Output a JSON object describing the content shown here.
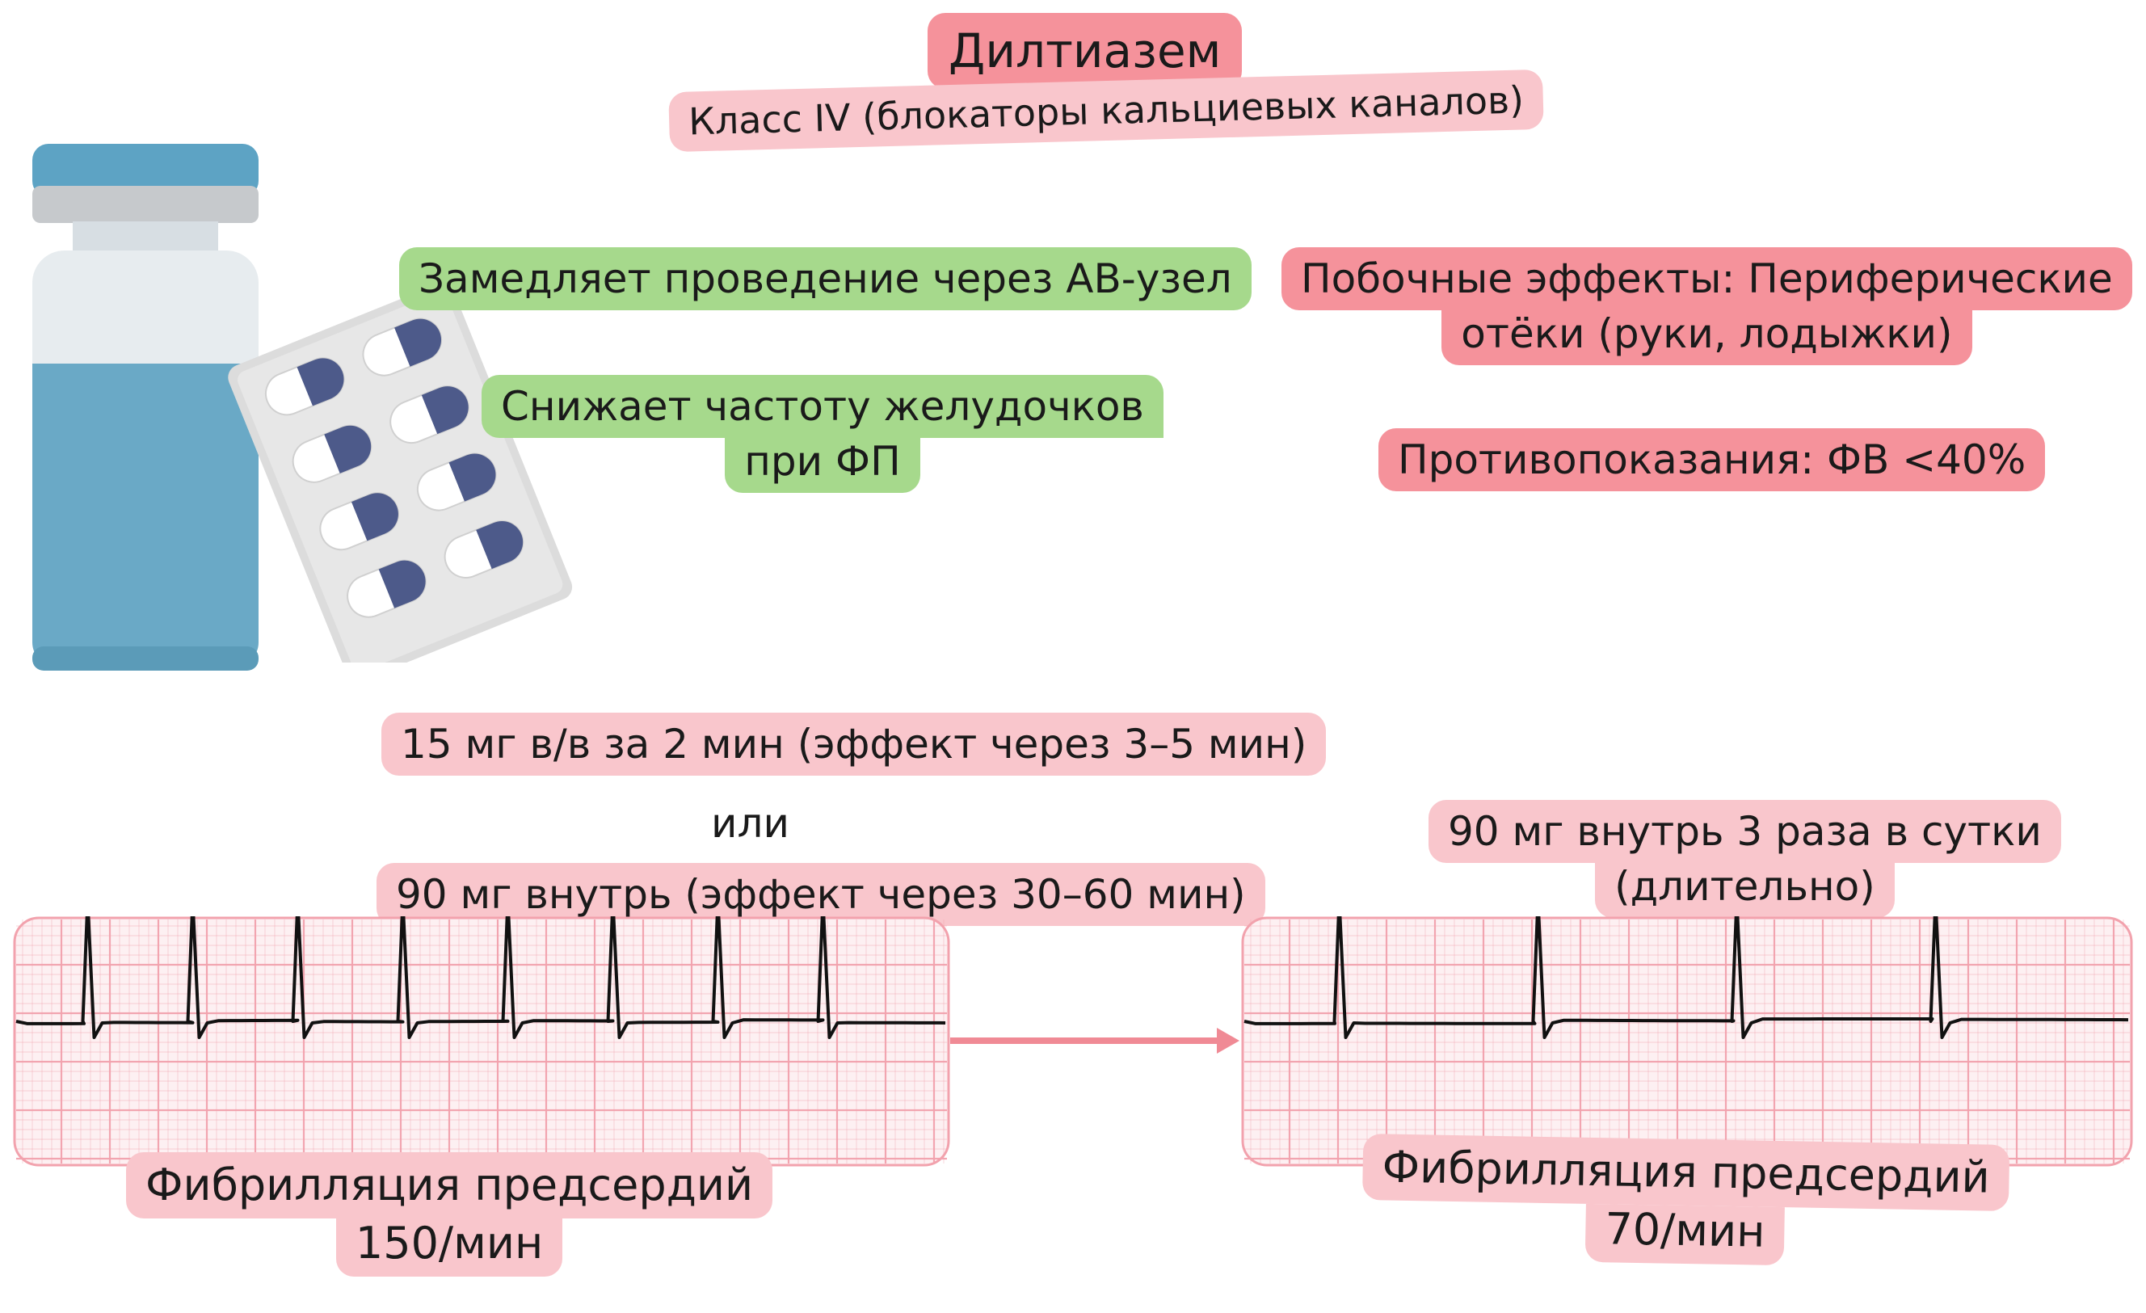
{
  "title": "Дилтиазем",
  "subtitle": "Класс IV (блокаторы кальциевых каналов)",
  "effects": {
    "av_node": "Замедляет проведение через АВ-узел",
    "rate_line1": "Снижает частоту желудочков",
    "rate_line2": "при ФП"
  },
  "warnings": {
    "side_effects_line1": "Побочные эффекты: Периферические",
    "side_effects_line2": "отёки (руки, лодыжки)",
    "contraindications": "Противопоказания: ФВ <40%"
  },
  "dosing": {
    "iv": "15 мг в/в за 2 мин (эффект через 3–5 мин)",
    "or": "или",
    "oral": "90 мг внутрь (эффект через 30–60 мин)",
    "maintenance_line1": "90 мг внутрь 3 раза в сутки",
    "maintenance_line2": "(длительно)"
  },
  "ecg_before": {
    "label_line1": "Фибрилляция предсердий",
    "label_line2": "150/мин",
    "rate": 150
  },
  "ecg_after": {
    "label_line1": "Фибрилляция предсердий",
    "label_line2": "70/мин",
    "rate": 70
  },
  "colors": {
    "label_pink": "#f9c6cc",
    "warning_pink": "#f5929b",
    "effect_green": "#a6d98c",
    "ecg_grid": "#f2a2ad",
    "ecg_bg": "#fdf0f2",
    "arrow": "#f08a95",
    "vial_blue": "#6aa9c6"
  }
}
